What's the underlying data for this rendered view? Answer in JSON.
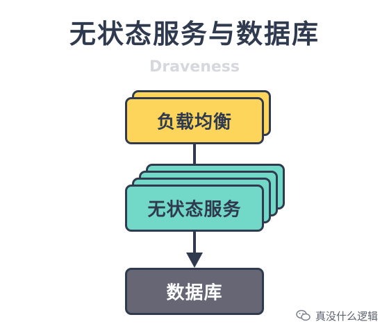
{
  "diagram": {
    "title": "无状态服务与数据库",
    "author": "Draveness",
    "nodes": {
      "load_balancer": "负载均衡",
      "stateless_service": "无状态服务",
      "database": "数据库"
    },
    "colors": {
      "load_balancer": "#fdd55b",
      "stateless_service": "#72d8c7",
      "database": "#666674",
      "stroke": "#2f3a4f"
    }
  },
  "watermark": {
    "icon": "wechat-icon",
    "text": "真没什么逻辑"
  }
}
